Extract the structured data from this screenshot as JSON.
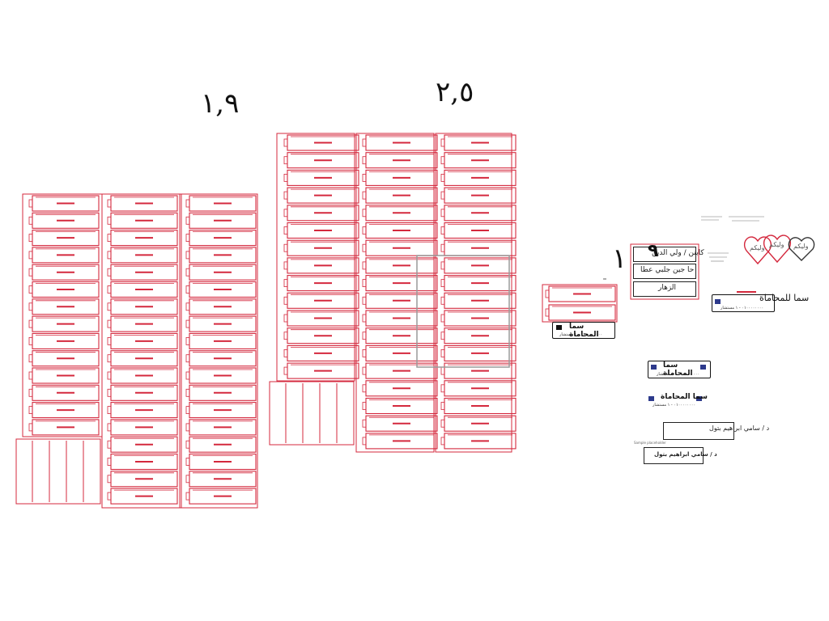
{
  "labels": {
    "group_1": "١,٩",
    "group_2": "٢,٥",
    "group_3": "١"
  },
  "signs": {
    "sign_1": "كابتن / ولي الدين",
    "sign_2": "حا جين جلبي عطا",
    "sign_3": "الزهار",
    "marker": "٩"
  },
  "brand": {
    "name": "سما للمحاماة",
    "name_alt": "سما المحاماة",
    "sub": "٠١٠٠٠٠٠٠٠٠  -  ١ مستشار"
  },
  "nameplates": {
    "doctor_1": "د / سامي ابراهيم بتول",
    "doctor_2": "د / سامي ابراهيم بتول",
    "caption": "Sample placeholder"
  },
  "hearts": [
    "وليكم",
    "وليكم",
    "وليكم"
  ],
  "colors": {
    "outline": "#d4283d",
    "ink": "#111111",
    "brand": "#2d3a8c",
    "selection": "#9a9a9a"
  }
}
